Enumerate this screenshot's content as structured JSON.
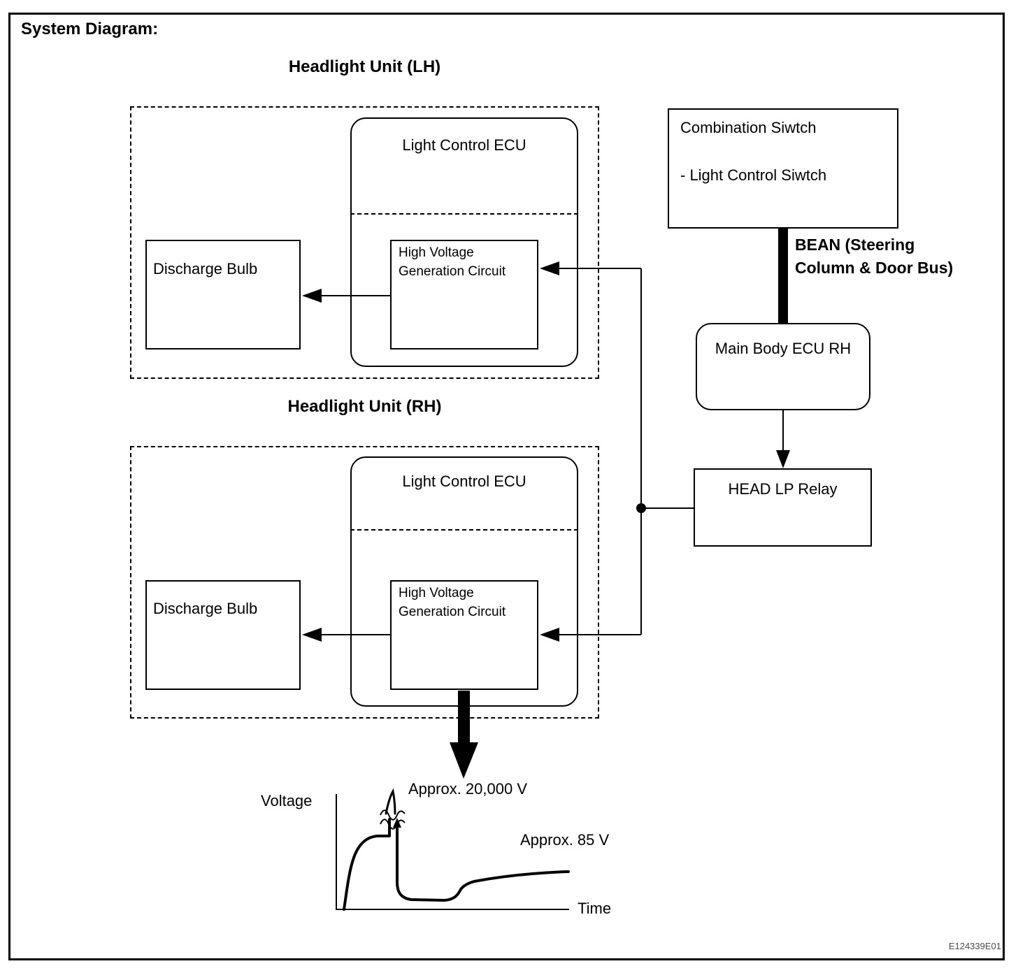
{
  "page": {
    "title": "System Diagram:",
    "doc_code": "E124339E01"
  },
  "units": {
    "lh": {
      "title": "Headlight Unit (LH)",
      "ecu_label": "Light Control ECU",
      "hv_line1": "High Voltage",
      "hv_line2": "Generation Circuit",
      "bulb_label": "Discharge Bulb"
    },
    "rh": {
      "title": "Headlight Unit (RH)",
      "ecu_label": "Light Control ECU",
      "hv_line1": "High Voltage",
      "hv_line2": "Generation Circuit",
      "bulb_label": "Discharge Bulb"
    }
  },
  "nodes": {
    "combination_switch": {
      "line1": "Combination Siwtch",
      "line2": "- Light Control Siwtch"
    },
    "bean_bus": {
      "line1": "BEAN (Steering",
      "line2": "Column & Door Bus)"
    },
    "main_body_ecu": {
      "label": "Main Body ECU RH"
    },
    "head_lp_relay": {
      "label": "HEAD LP Relay"
    }
  },
  "chart_data": {
    "type": "line",
    "xlabel": "Time",
    "ylabel": "Voltage",
    "annotations": [
      "Approx. 20,000 V",
      "Approx. 85 V"
    ],
    "description": "Discharge bulb voltage vs time: rapid ramp, brief ignition spike to approx. 20,000 V (shown with axis break), sharp drop to a dip, then gradual rise settling near approx. 85 V",
    "grid": false,
    "legend": false
  },
  "colors": {
    "line": "#000000",
    "background": "#ffffff",
    "code_text": "#4d4d4d"
  }
}
